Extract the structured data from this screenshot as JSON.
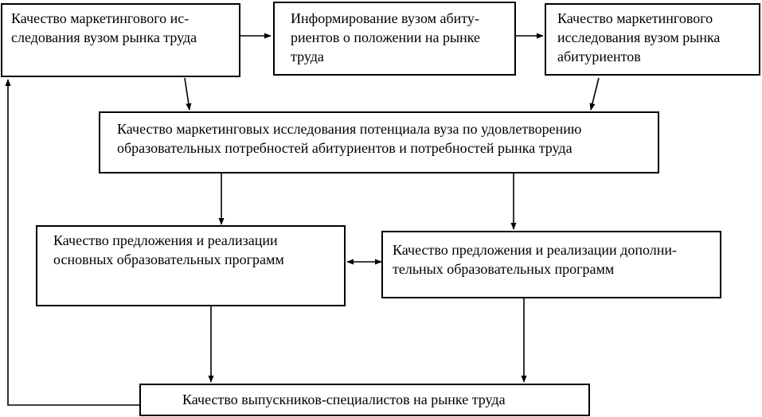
{
  "boxes": {
    "labor_market_research": [
      "Качество маркетингового ис-",
      "следования вузом рынка труда"
    ],
    "informing_applicants": [
      "Информирование вузом абиту-",
      "риентов о положении на рынке",
      "труда"
    ],
    "applicant_market_research": [
      "Качество маркетингового",
      "исследования  вузом рынка",
      "абитуриентов"
    ],
    "potential_research": [
      "Качество маркетинговых исследования потенциала вуза по удовлетворению",
      "образовательных потребностей абитуриентов и  потребностей рынка труда"
    ],
    "main_programs": [
      "Качество предложения и реализации",
      "основных образовательных программ"
    ],
    "additional_programs": [
      "Качество предложения и реализации дополни-",
      "тельных образовательных программ"
    ],
    "graduates_quality": [
      "Качество выпускников-специалистов на рынке труда"
    ]
  }
}
